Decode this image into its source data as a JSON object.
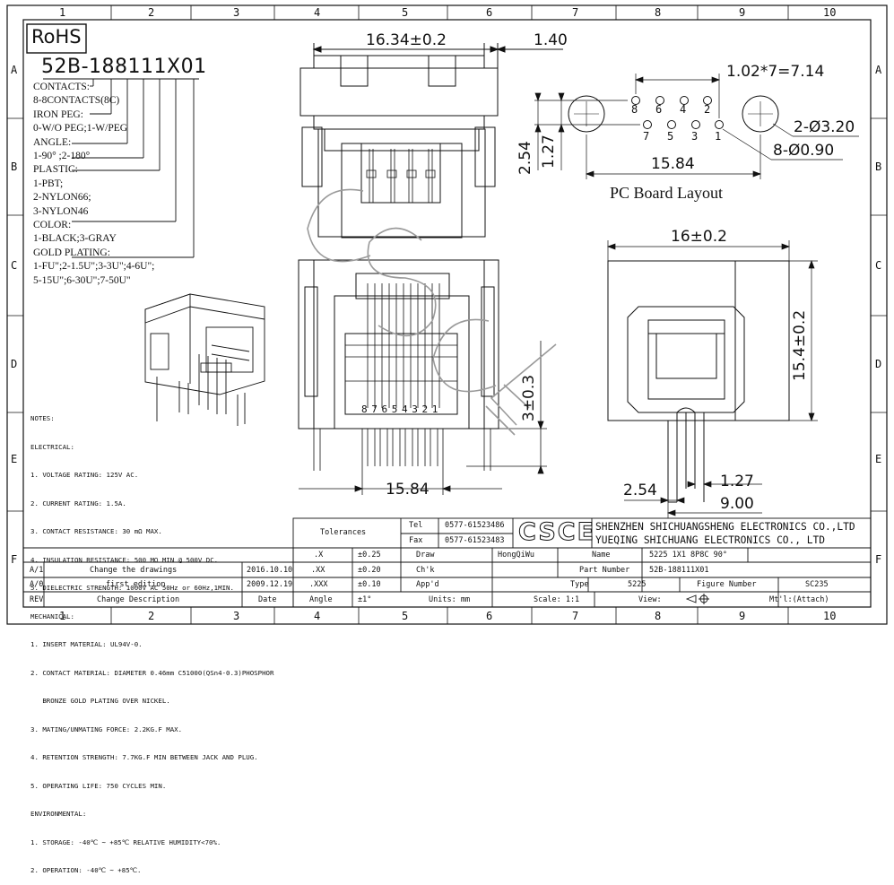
{
  "grid": {
    "columns": [
      "1",
      "2",
      "3",
      "4",
      "5",
      "6",
      "7",
      "8",
      "9",
      "10"
    ],
    "rows": [
      "A",
      "B",
      "C",
      "D",
      "E",
      "F"
    ]
  },
  "rohs": "RoHS",
  "part_code": "52B-188111X01",
  "options": [
    "CONTACTS:",
    "8-8CONTACTS(8C)",
    "IRON PEG:",
    "0-W/O PEG;1-W/PEG",
    "ANGLE:",
    "1-90° ;2-180°",
    "PLASTIC:",
    "1-PBT;",
    "2-NYLON66;",
    "3-NYLON46",
    "COLOR:",
    "1-BLACK;3-GRAY",
    "GOLD PLATING:",
    "1-FU\";2-1.5U\";3-3U\";4-6U\";",
    "5-15U\";6-30U\";7-50U\""
  ],
  "notes": [
    "NOTES:",
    "ELECTRICAL:",
    "1. VOLTAGE RATING: 125V AC.",
    "2. CURRENT RATING: 1.5A.",
    "3. CONTACT RESISTANCE: 30 mΩ MAX.",
    "4. INSULATION RESISTANCE: 500 MΩ MIN @ 500V DC.",
    "5. DIELECTRIC STRENGTH: 1000V AC 50Hz or 60Hz,1MIN.",
    "MECHANICAL:",
    "1. INSERT MATERIAL: UL94V-0.",
    "2. CONTACT MATERIAL: DIAMETER 0.46mm C51000(QSn4-0.3)PHOSPHOR",
    "   BRONZE GOLD PLATING OVER NICKEL.",
    "3. MATING/UNMATING FORCE: 2.2KG.F MAX.",
    "4. RETENTION STRENGTH: 7.7KG.F MIN BETWEEN JACK AND PLUG.",
    "5. OPERATING LIFE: 750 CYCLES MIN.",
    "ENVIRONMENTAL:",
    "1. STORAGE: -40℃ ~ +85℃ RELATIVE HUMIDITY<70%.",
    "2. OPERATION: -40℃ ~ +85℃."
  ],
  "dims": {
    "top_width": "16.34±0.2",
    "top_offset": "1.40",
    "pitch": "1.02*7=7.14",
    "hole_big": "2-Ø3.20",
    "hole_small": "8-Ø0.90",
    "h254": "2.54",
    "h127": "1.27",
    "w1584_pcb": "15.84",
    "front_w": "15.84",
    "front_h": "3±0.3",
    "side_w": "16±0.2",
    "side_h": "15.4±0.2",
    "side_254": "2.54",
    "side_127": "1.27",
    "side_900": "9.00"
  },
  "pcb_title": "PC Board Layout",
  "pin_top": [
    "8",
    "6",
    "4",
    "2"
  ],
  "pin_bot": [
    "7",
    "5",
    "3",
    "1"
  ],
  "pin_front": "8 7 6 5 4 3 2 1",
  "watermark": "CSCE",
  "title_block": {
    "tolerances": "Tolerances",
    "tel_label": "Tel",
    "tel": "0577-61523486",
    "fax_label": "Fax",
    "fax": "0577-61523483",
    "logo": "CSCE",
    "company1": "SHENZHEN SHICHUANGSHENG ELECTRONICS CO.,LTD",
    "company2": "YUEQING SHICHUANG ELECTRONICS CO., LTD",
    "tol_x": ".X",
    "tol_x_v": "±0.25",
    "tol_xx": ".XX",
    "tol_xx_v": "±0.20",
    "tol_xxx": ".XXX",
    "tol_xxx_v": "±0.10",
    "angle": "Angle",
    "angle_v": "±1°",
    "draw": "Draw",
    "draw_v": "HongQiWu",
    "chk": "Ch'k",
    "appd": "App'd",
    "units": "Units: mm",
    "scale": "Scale: 1:1",
    "view": "View:",
    "name_label": "Name",
    "name_v": "5225 1X1 8P8C 90°",
    "part_label": "Part Number",
    "part_v": "52B-188111X01",
    "type_label": "Type",
    "type_v": "5225",
    "figure_label": "Figure Number",
    "figure_v": "SC235",
    "mt": "Mt'l:(Attach)",
    "rev1": "A/1",
    "rev1_desc": "Change the drawings",
    "rev1_date": "2016.10.10",
    "rev0": "A/0",
    "rev0_desc": "first edition",
    "rev0_date": "2009.12.19",
    "rev_h": "REV",
    "desc_h": "Change Description",
    "date_h": "Date"
  }
}
